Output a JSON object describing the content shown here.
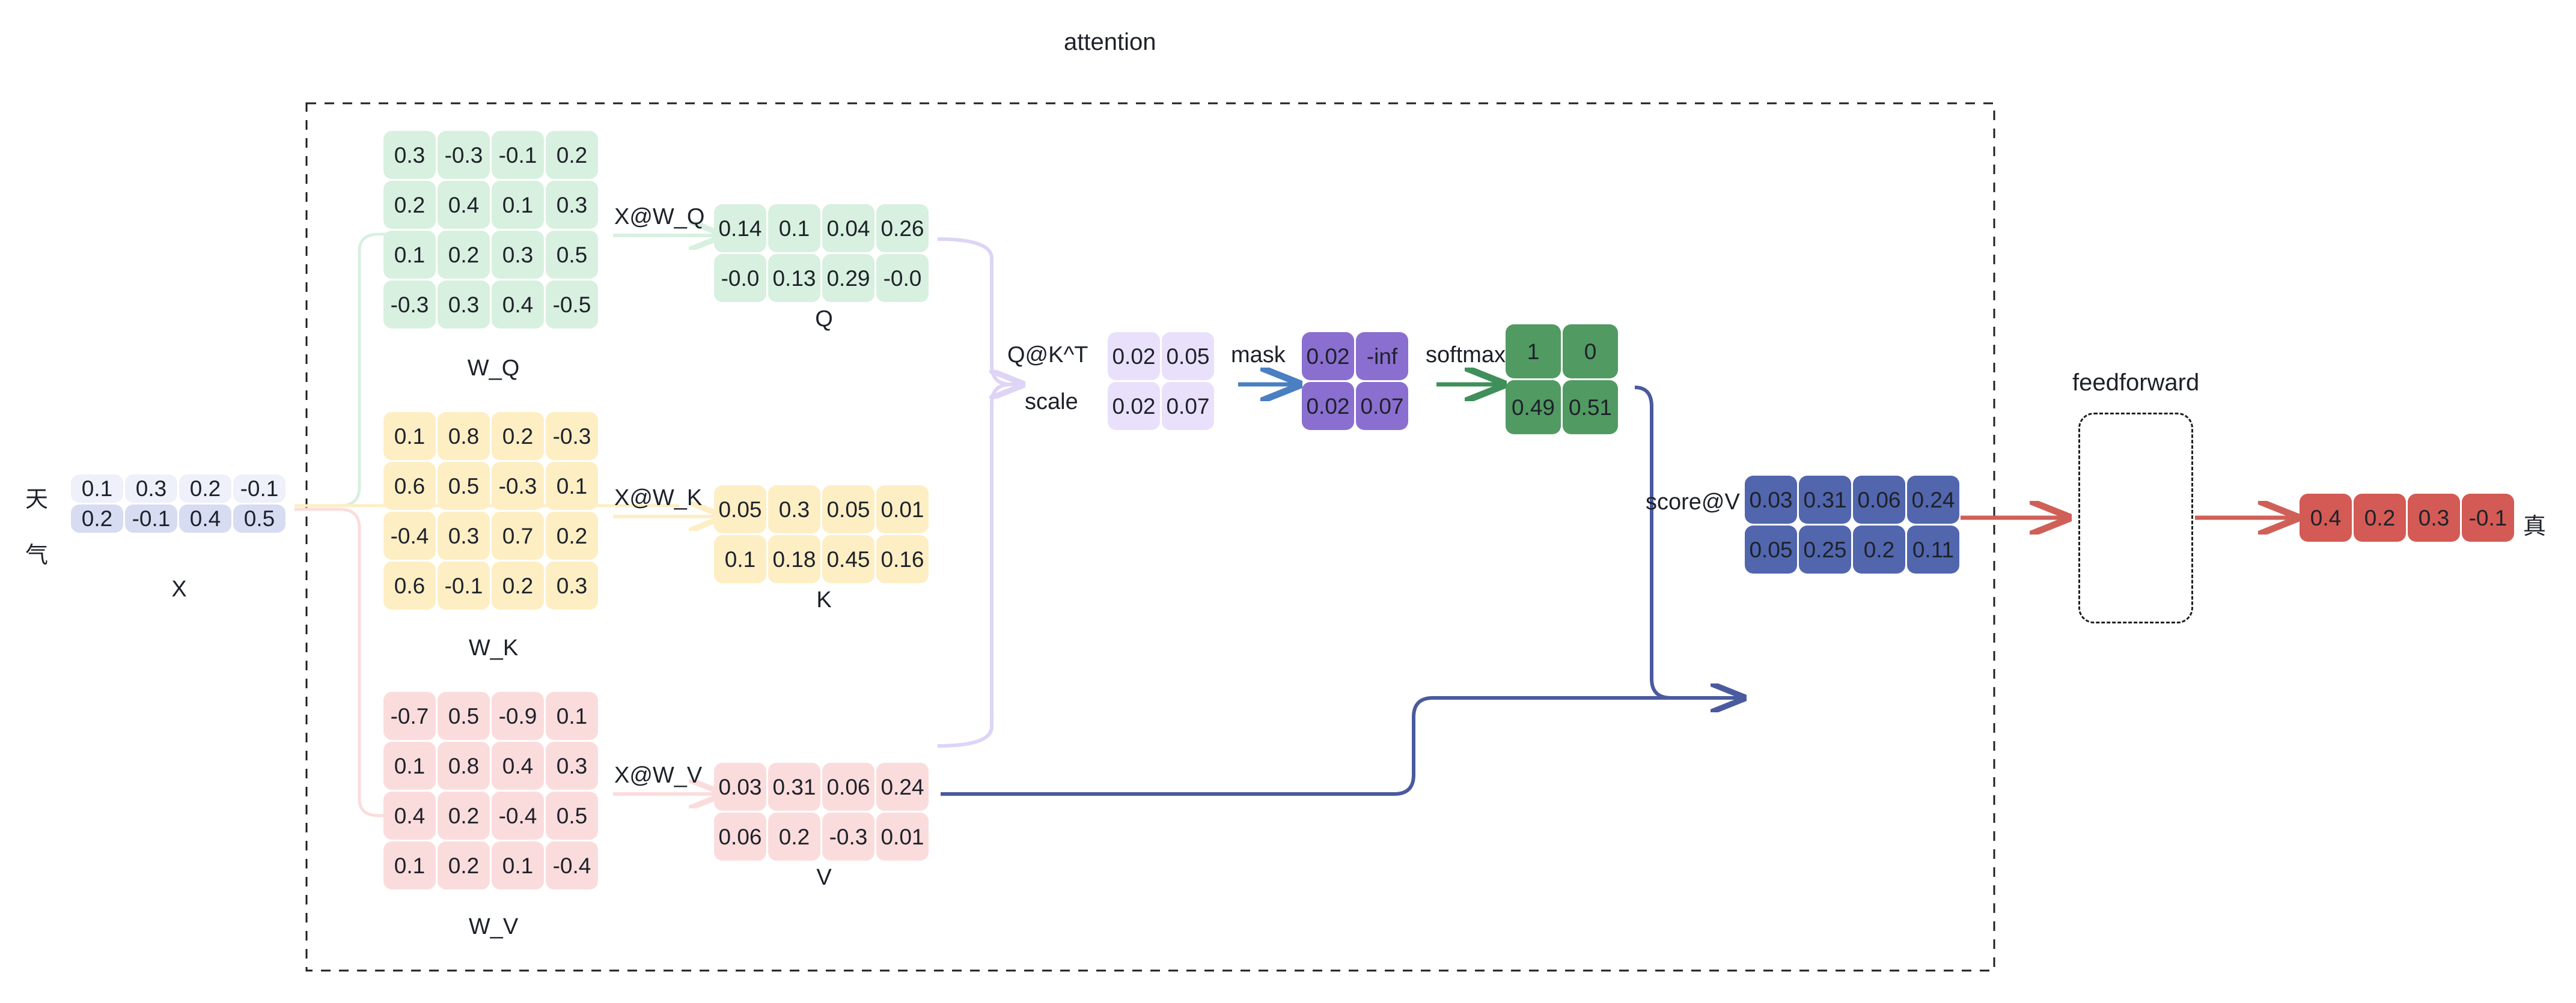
{
  "diagram": {
    "title": "attention",
    "feedforward_label": "feedforward",
    "input_label": "X",
    "tokens": [
      "天",
      "气"
    ],
    "output_token": "真",
    "colors": {
      "input_row0": "#eef0fa",
      "input_row1": "#d7dcf2",
      "query": "#d8f0df",
      "key": "#fdeec4",
      "value": "#fbdcdd",
      "score": "#e9e1fb",
      "mask": "#8a6fd0",
      "softmax": "#519a62",
      "output": "#5266ae",
      "final": "#d35a55",
      "arrow_mask": "#4a7fc1",
      "arrow_softmax": "#3f8f5a",
      "arrow_score": "#4a5a9e",
      "arrow_final": "#cf6058"
    }
  },
  "matrices": {
    "X": {
      "label": "X",
      "rows": [
        [
          "0.1",
          "0.3",
          "0.2",
          "-0.1"
        ],
        [
          "0.2",
          "-0.1",
          "0.4",
          "0.5"
        ]
      ]
    },
    "W_Q": {
      "label": "W_Q",
      "rows": [
        [
          "0.3",
          "-0.3",
          "-0.1",
          "0.2"
        ],
        [
          "0.2",
          "0.4",
          "0.1",
          "0.3"
        ],
        [
          "0.1",
          "0.2",
          "0.3",
          "0.5"
        ],
        [
          "-0.3",
          "0.3",
          "0.4",
          "-0.5"
        ]
      ]
    },
    "W_K": {
      "label": "W_K",
      "rows": [
        [
          "0.1",
          "0.8",
          "0.2",
          "-0.3"
        ],
        [
          "0.6",
          "0.5",
          "-0.3",
          "0.1"
        ],
        [
          "-0.4",
          "0.3",
          "0.7",
          "0.2"
        ],
        [
          "0.6",
          "-0.1",
          "0.2",
          "0.3"
        ]
      ]
    },
    "W_V": {
      "label": "W_V",
      "rows": [
        [
          "-0.7",
          "0.5",
          "-0.9",
          "0.1"
        ],
        [
          "0.1",
          "0.8",
          "0.4",
          "0.3"
        ],
        [
          "0.4",
          "0.2",
          "-0.4",
          "0.5"
        ],
        [
          "0.1",
          "0.2",
          "0.1",
          "-0.4"
        ]
      ]
    },
    "Q": {
      "label": "Q",
      "rows": [
        [
          "0.14",
          "0.1",
          "0.04",
          "0.26"
        ],
        [
          "-0.0",
          "0.13",
          "0.29",
          "-0.0"
        ]
      ]
    },
    "K": {
      "label": "K",
      "rows": [
        [
          "0.05",
          "0.3",
          "0.05",
          "0.01"
        ],
        [
          "0.1",
          "0.18",
          "0.45",
          "0.16"
        ]
      ]
    },
    "V": {
      "label": "V",
      "rows": [
        [
          "0.03",
          "0.31",
          "0.06",
          "0.24"
        ],
        [
          "0.06",
          "0.2",
          "-0.3",
          "0.01"
        ]
      ]
    },
    "scores": {
      "label": "",
      "rows": [
        [
          "0.02",
          "0.05"
        ],
        [
          "0.02",
          "0.07"
        ]
      ]
    },
    "masked": {
      "label": "",
      "rows": [
        [
          "0.02",
          "-inf"
        ],
        [
          "0.02",
          "0.07"
        ]
      ]
    },
    "softmax": {
      "label": "",
      "rows": [
        [
          "1",
          "0"
        ],
        [
          "0.49",
          "0.51"
        ]
      ]
    },
    "attn_out": {
      "label": "",
      "rows": [
        [
          "0.03",
          "0.31",
          "0.06",
          "0.24"
        ],
        [
          "0.05",
          "0.25",
          "0.2",
          "0.11"
        ]
      ]
    },
    "final_out": {
      "label": "",
      "rows": [
        [
          "0.4",
          "0.2",
          "0.3",
          "-0.1"
        ]
      ]
    }
  },
  "arrow_labels": {
    "x_wq": "X@W_Q",
    "x_wk": "X@W_K",
    "x_wv": "X@W_V",
    "qkt": "Q@K^T",
    "scale": "scale",
    "mask": "mask",
    "softmax": "softmax",
    "score_at_v": "score@V"
  }
}
